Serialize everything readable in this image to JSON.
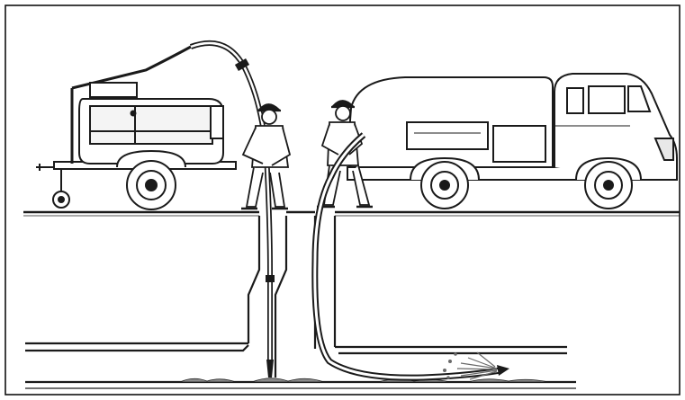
{
  "figure": {
    "subject": "sewer-cleaning-illustration",
    "colors": {
      "ink": "#1a1a1a",
      "paper": "#ffffff",
      "frame": "#111111",
      "water": "#6a6a6a"
    },
    "elements": [
      "suction-trailer",
      "suction-hose",
      "worker-left",
      "worker-right",
      "jetting-truck",
      "jetting-hose",
      "ground-line",
      "manhole-shaft-left",
      "manhole-shaft-right",
      "sewer-pipe",
      "sludge-deposit",
      "water-jet"
    ]
  }
}
